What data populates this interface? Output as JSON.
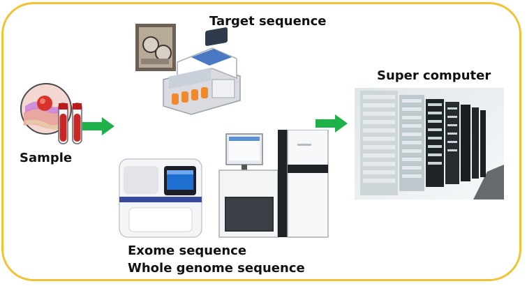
{
  "labels": {
    "target": "Target sequence",
    "sample": "Sample",
    "super": "Super computer",
    "exome": "Exome sequence",
    "wgs": "Whole genome sequence"
  },
  "colors": {
    "border": "#f1c232",
    "arrow": "#1fb24a"
  },
  "icons": {
    "sample": "tissue-and-blood-tubes-icon",
    "target": "benchtop-sequencer-with-chip-icon",
    "exome": "desktop-sequencer-icon",
    "wgs": "large-sequencer-icon",
    "super": "server-racks-icon"
  }
}
